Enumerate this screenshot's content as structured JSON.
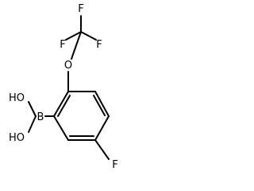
{
  "molecule": {
    "atoms": {
      "f_top": "F",
      "f_left": "F",
      "f_right": "F",
      "oxygen": "O",
      "boron": "B",
      "hydroxyl_top": "HO",
      "hydroxyl_bottom": "HO",
      "f_ring": "F"
    }
  }
}
